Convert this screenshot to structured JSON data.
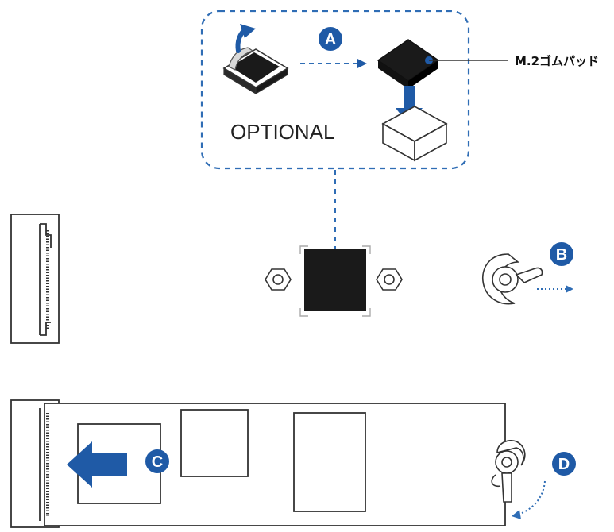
{
  "labels": {
    "optional": "OPTIONAL",
    "rubber_pad": "M.2ゴムパッド"
  },
  "steps": {
    "a": "A",
    "b": "B",
    "c": "C",
    "d": "D"
  },
  "colors": {
    "accent_blue": "#1f5aa6",
    "dashed_blue": "#2f6db5",
    "outline": "#333333",
    "pad_black": "#1a1a1a"
  },
  "icons": {
    "peel": "peel-arrow-icon",
    "press": "press-down-arrow-icon",
    "slide": "slide-left-arrow-icon",
    "rotate": "rotate-arrow-icon"
  }
}
